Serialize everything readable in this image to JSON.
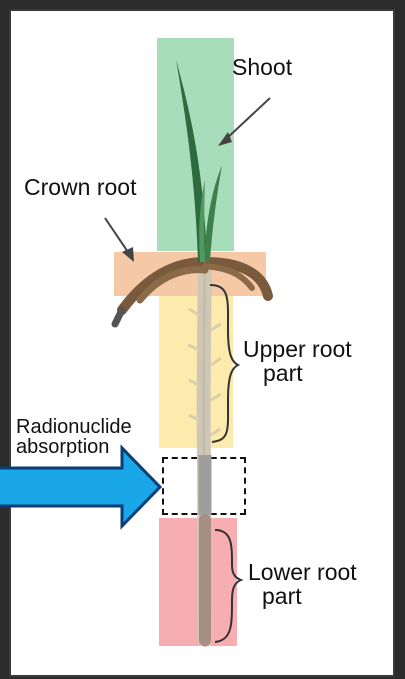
{
  "labels": {
    "shoot": "Shoot",
    "crown_root": "Crown root",
    "upper_root_line1": "Upper root",
    "upper_root_line2": "part",
    "radionuclide_line1": "Radionuclide",
    "radionuclide_line2": "absorption",
    "lower_root_line1": "Lower root",
    "lower_root_line2": "part"
  },
  "colors": {
    "shoot_region": "#9fd9b4",
    "crown_region": "#f4c29c",
    "upper_region": "#fde9a4",
    "lower_region": "#f5a5a8",
    "arrow_fill": "#1aa7e8",
    "arrow_outline": "#0a3d7a"
  },
  "icons": {
    "pointer": "right-arrow-icon"
  }
}
